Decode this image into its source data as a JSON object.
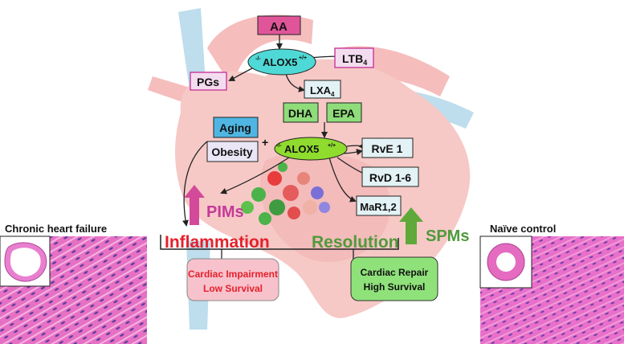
{
  "nodes": {
    "aa": "AA",
    "alox5_top": "ALOX5",
    "alox5_top_pre": "-/-",
    "alox5_top_sup": "+/+",
    "ltb4": "LTB",
    "ltb4_sub": "4",
    "pgs": "PGs",
    "lxa4": "LXA",
    "lxa4_sub": "4",
    "dha": "DHA",
    "epa": "EPA",
    "aging": "Aging",
    "obesity": "Obesity",
    "plus": "+",
    "alox5_mid": "ALOX5",
    "alox5_mid_pre": "-/-",
    "alox5_mid_sup": "+/+",
    "rve1": "RvE 1",
    "rvd": "RvD 1-6",
    "mar": "MaR1,2"
  },
  "labels": {
    "pims": "PIMs",
    "spms": "SPMs",
    "inflammation": "Inflammation",
    "resolution": "Resolution",
    "impairment_line1": "Cardiac Impairment",
    "impairment_line2": "Low Survival",
    "repair_line1": "Cardiac Repair",
    "repair_line2": "High Survival",
    "left_panel_title": "Chronic heart failure",
    "right_panel_title": "Naïve control"
  },
  "colors": {
    "aa_fill": "#e0559a",
    "alox5_top_fill": "#4fd9d6",
    "alox5_mid_fill": "#8fdb2e",
    "ltb4_border": "#c5399a",
    "ltb4_fill": "#f3dcef",
    "pgs_border": "#c5399a",
    "pgs_fill": "#f3dcef",
    "lxa4_fill": "#e3f2f5",
    "dha_epa_fill": "#8fdc7a",
    "aging_fill": "#4fb6e3",
    "obesity_fill": "#ebe6f6",
    "spm_box_fill": "#e3f2f5",
    "pims_text": "#c5399a",
    "spms_text": "#4f9a3c",
    "inflammation_text": "#e5202b",
    "resolution_text": "#4f9a3c",
    "impairment_fill": "#f7c2cc",
    "impairment_text": "#e5202b",
    "repair_fill": "#8fe27a",
    "repair_text": "#111111",
    "heart_muscle": "#f3b7b3",
    "vessel_blue": "#a9d2e8",
    "histo_pink": "#e56bc1"
  }
}
